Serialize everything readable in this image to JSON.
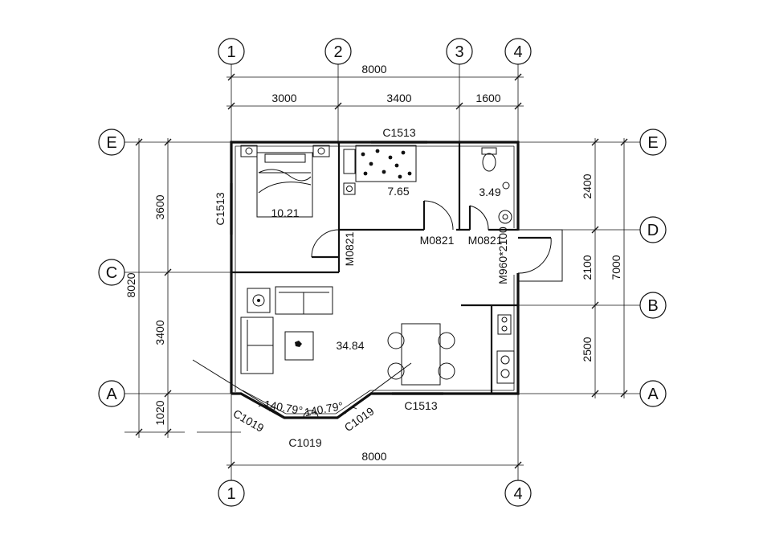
{
  "axes": {
    "vertical": [
      "1",
      "2",
      "3",
      "4"
    ],
    "horizontal": [
      "E",
      "D",
      "C",
      "B",
      "A"
    ]
  },
  "dimensions": {
    "top_total": "8000",
    "top_segments": [
      "3000",
      "3400",
      "1600"
    ],
    "bottom_total": "8000",
    "left_total": "8020",
    "left_segments": [
      "3600",
      "3400",
      "1020"
    ],
    "right_total": "7000",
    "right_segments": [
      "2400",
      "2100",
      "2500"
    ]
  },
  "rooms": {
    "bedroom_main": "10.21",
    "bedroom_second": "7.65",
    "bathroom": "3.49",
    "living": "34.84"
  },
  "openings": {
    "window_top": "C1513",
    "window_left": "C1513",
    "window_bottom": "C1513",
    "bay_left": "C1019",
    "bay_middle": "C1019",
    "bay_right": "C1019",
    "door_bedroom": "M0821",
    "door_second": "M0821",
    "door_bath": "M0821",
    "door_entry": "M960*2100"
  },
  "angles": {
    "left": "140.79°",
    "right": "140.79°"
  }
}
